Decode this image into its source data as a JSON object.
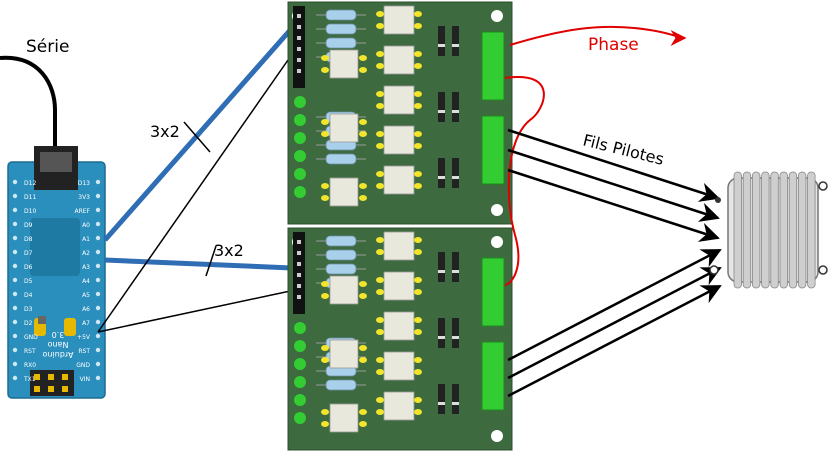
{
  "labels": {
    "serie": "Série",
    "phase": "Phase",
    "fils_pilotes": "Fils Pilotes",
    "bus_upper": "3x2",
    "bus_lower": "3x2"
  },
  "arduino": {
    "name": "Arduino",
    "model": "Nano",
    "version": "3.0",
    "pins_left": [
      "D12",
      "D11",
      "D10",
      "D9",
      "D8",
      "D7",
      "D6",
      "D5",
      "D4",
      "D3",
      "D2",
      "GND",
      "RST",
      "RX0",
      "TX1"
    ],
    "pins_right": [
      "D13",
      "3V3",
      "AREF",
      "A0",
      "A1",
      "A2",
      "A3",
      "A4",
      "A5",
      "A6",
      "A7",
      "+5V",
      "RST",
      "GND",
      "VIN"
    ]
  },
  "colors": {
    "board": "#3d6b3f",
    "arduino": "#2a8fbd",
    "bus_wire": "#2f6db5",
    "phase_wire": "#e00000",
    "relay_green": "#33cc33",
    "resistor": "#a9d0ea",
    "chip": "#e8e8dc",
    "led_yellow": "#f3e52a",
    "diode": "#222222",
    "radiator": "#cfcfcf"
  },
  "icons": [
    "usb-connector-icon",
    "radiator-icon",
    "arrow-icon"
  ]
}
